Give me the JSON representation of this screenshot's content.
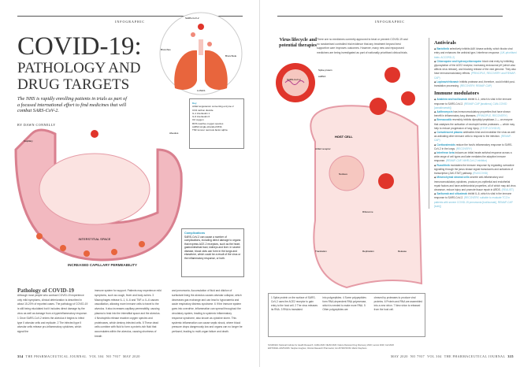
{
  "left_page": {
    "section": "INFOGRAPHIC",
    "title_line1": "COVID-19:",
    "title_line2": "PATHOLOGY AND",
    "title_line3": "DRUG TARGETS",
    "subtitle": "The NHS is rapidly enrolling patients in trials as part of a focused international effort to find medicines that will combat SARS-CoV-2.",
    "byline": "BY DAWN CONNELLY",
    "diagram_labels": {
      "virus": "SARS-CoV-2",
      "bronchus": "Bronchus",
      "bronchiole": "Bronchiole",
      "lung": "LUNGS",
      "alveolus": "Alveolus",
      "capillary": "Capillary",
      "interstitial": "INTERSTITIAL SPACE",
      "inflammation": "INCREASED CAPILLARY PERMEABILITY"
    },
    "key": {
      "title": "Key",
      "items": [
        "ACE2 angiotensin converting enzyme 2",
        "CO2 carbon dioxide",
        "IL-1 interleukin 1",
        "IL-6 interleukin 6",
        "O2 oxygen",
        "ROS reactive oxygen species",
        "ssRNA single-stranded RNA",
        "TNF tumour necrosis factor alpha"
      ]
    },
    "complications": {
      "title": "Complications",
      "text": "SARS-CoV-2 can cause a number of complications, including direct damage to organs that express ACE-2 receptors, such as the heart, gastrointestinal tract, kidneys and liver. In severe disease, blood clots can form in the lungs and elsewhere, which could be a result of the virus or the inflammatory response, or both."
    },
    "article": {
      "heading": "Pathology of COVID-19",
      "col1": "Although most people who contract COVID-19 experience only mild symptoms, clinical deterioration is described in about 15-20% of reported cases. The pathology of COVID-19 is still being elucidated but it includes direct damage by the virus as well as damage from a hyperinflammatory response. 1 Once SARS-CoV-2 enters the alveolus it begins to infect type II alveolar cells and replicate. 2 The infected type II alveolar cells release pro-inflammatory cytokines, which signal the",
      "col2": "immune system for support. Patients may experience mild symptoms, such as cough, fever and body aches. 3 Macrophages release IL-1, IL-6 and TNF-α. IL-6 causes vasodilation, allowing more immune cells to travel to the alveolus. It also increases capillary permeability, causing plasma to leak into the interstitial space and the alveolus. 4 Neutrophils release reactive oxygen species and proteinases, which destroy infected cells. 5 These dead cells combine with fluid to form a protein-rich fluid that accumulates within the alveolus, causing shortness of breath",
      "col3": "and pneumonia. Accumulation of fluid and dilution of surfactant lining the alveolus causes alveolar collapse, which decreases gas exchange and can lead to hypoxaemia and acute respiratory distress syndrome. 6 If the immune system goes into overdrive, inflammation can spread throughout the circulatory system, leading to systemic inflammatory response syndrome, also known as cytokine storm. This systemic inflammation can cause septic shock, where blood pressure drops dangerously low and organs can no longer be perfused, leading to multi-organ failure and death."
    },
    "footer": {
      "page": "314",
      "journal": "THE PHARMACEUTICAL JOURNAL",
      "vol": "VOL 304",
      "no": "NO 7937",
      "date": "MAY 2020"
    }
  },
  "right_page": {
    "section": "INFOGRAPHIC",
    "heading": "Virus lifecycle and potential therapies",
    "intro": "There are no medicines currently approved to treat or prevent COVID-19 and no randomised controlled trial evidence that any treatment beyond best supportive care improves outcomes. However, many new and repurposed medicines are being investigated as part of nationally prioritised clinical trials.",
    "diagram_labels": {
      "virus": "SARS-CoV-2",
      "spike": "Spike protein",
      "rna": "ssRNA",
      "host": "HOST CELL",
      "ace2": "ACE2 receptor",
      "nucleus": "Nucleus",
      "ribosome": "Ribosome",
      "replication": "Replication",
      "translation": "Translation",
      "release": "Release"
    },
    "antivirals": {
      "title": "Antivirals",
      "items": [
        {
          "drug": "Baricitinib",
          "text": "selectively inhibits AAK kinase activity, which blocks viral entry and enhances the antiviral type-I interferon response.",
          "trials": "(UK-prioritised trials: ACCORD-2)"
        },
        {
          "drug": "Chloroquine and hydroxychloroquine",
          "text": "block viral entry by inhibiting glycosylation of the ACE2 receptor, increasing endosomal pH (which also affects virus release), and blocking release of the viral genome. They also have immunomodulatory effects.",
          "trials": "(PRINCIPLE, RECOVERY and REMAP-CAP)"
        },
        {
          "drug": "Lopinavir/ritonavir",
          "text": "inhibits protease and, therefore, could inhibit post-translation processing.",
          "trials": "(RECOVERY, REMAP-CAP)"
        }
      ]
    },
    "immune": {
      "title": "Immune modulators",
      "items": [
        {
          "drug": "Anakinra and tocilizumab",
          "text": "inhibit IL-1, which is vital in the immune response to SARS-CoV-2.",
          "trials": "(REMAP-CAP [anakinra], CAN-COVID [canakinumab])"
        },
        {
          "drug": "Azithromycin",
          "text": "has immunomodulatory properties that have shown benefit in inflammatory lung diseases.",
          "trials": "(PRINCIPLE, RECOVERY)"
        },
        {
          "drug": "Brensocatib",
          "text": "reversibly inhibits dipeptidyl peptidase-1 — an enzyme that catalyses the activation of neutrophil serine proteases — which may help to reduce progression of lung injury.",
          "trials": "(STOP-COVID19)"
        },
        {
          "drug": "Convalescent plasma",
          "text": "antibodies bind and neutralise the virus as well as activating other immune cells to respond to the infection.",
          "trials": "(REMAP-CAP)"
        },
        {
          "drug": "Corticosteroids",
          "text": "reduce the host's inflammatory response to SARS-CoV-2 in the lungs.",
          "trials": "(RECOVERY)"
        },
        {
          "drug": "Interferon beta",
          "text": "induces an initial innate antiviral response across a wide range of cell types and later mediates the adaptive immune response.",
          "trials": "(REMAP-CAP, NIHR-CoV-2 inhibitor)"
        },
        {
          "drug": "Ruxolitinib",
          "text": "modulates the immune response by regulating overactive signalling through the janus kinase signal transducers and activators of transcription (JAK-STAT) pathway.",
          "trials": "(RUXCOVID)"
        },
        {
          "drug": "Mesenchymal stromal cells",
          "text": "secrete anti-inflammatory and immunomodulatory cytokines, produce pro-epithelial and endothelial repair factors and have antimicrobial properties, all of which may aid virus clearance, reduce injury and promote tissue repair in ARDS.",
          "trials": "(REALIST)"
        },
        {
          "drug": "Sarilumab and siltuximab",
          "text": "inhibit IL-6, which is vital in the immune response to SARS-CoV-2.",
          "trials": "(RECOVERY, suitable to evaluate TCZ in patients with severe COVID-19 pneumonia [tocilizumab], REMAP-CAP [both])"
        }
      ]
    },
    "steps": [
      "1 Spike protein on the surface of SARS-CoV-2 uses the ACE2 receptor to gain entry to the host cell. 2 The virus releases its RNA. 3 RNA is translated",
      "into polypeptides. 4 Some polypeptides form RNA-dependent RNA polymerase, which is needed to make more RNA. 5 Other polypeptides are",
      "cleaved by proteases to produce viral proteins. 6 Protein and RNA are assembled into a new virion. 7 New virion is released from the host cell."
    ],
    "sources": "SOURCES: National Institute for Health Research; JAMA 2020; NEJM 2020; Nature Reviews Drug Discovery 2020; Lancet 2020; Cell 2020",
    "editorial": "EDITORIAL ADVISORS: Stephen Hughes; Clinical Research Pharmacist; ILLUSTRATIONS: Martin Stephens",
    "footer": {
      "date": "MAY 2020",
      "no": "NO 7937",
      "vol": "VOL 304",
      "journal": "THE PHARMACEUTICAL JOURNAL",
      "page": "315"
    }
  },
  "colors": {
    "accent": "#2a9bc1",
    "virus": "#e0352b",
    "lung": "#e8653d",
    "tissue": "#f2b9c0"
  }
}
